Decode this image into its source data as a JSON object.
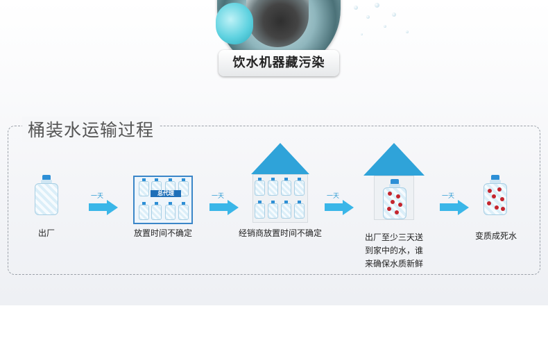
{
  "photo": {
    "caption": "饮水机器藏污染",
    "icon": "water-dispenser-drain-photo"
  },
  "section": {
    "title": "桶装水运输过程"
  },
  "steps": [
    {
      "label": "出厂",
      "icon": "water-bottle-icon"
    },
    {
      "label": "放置时间不确定",
      "icon": "agent-warehouse-icon",
      "sign": "总代理"
    },
    {
      "label": "经销商放置时间不确定",
      "icon": "dealer-house-icon"
    },
    {
      "label_lines": [
        "出厂至少三天送",
        "到家中的水，谁",
        "来确保水质新鲜"
      ],
      "icon": "home-house-icon"
    },
    {
      "label": "变质成死水",
      "icon": "contaminated-bottle-icon"
    }
  ],
  "arrows": [
    {
      "label": "一天"
    },
    {
      "label": "一天"
    },
    {
      "label": "一天"
    },
    {
      "label": "一天"
    }
  ],
  "colors": {
    "accent": "#3ab6e8",
    "roof": "#2fa3d9",
    "contamination": "#c4262e",
    "border": "#9aa0a8"
  }
}
